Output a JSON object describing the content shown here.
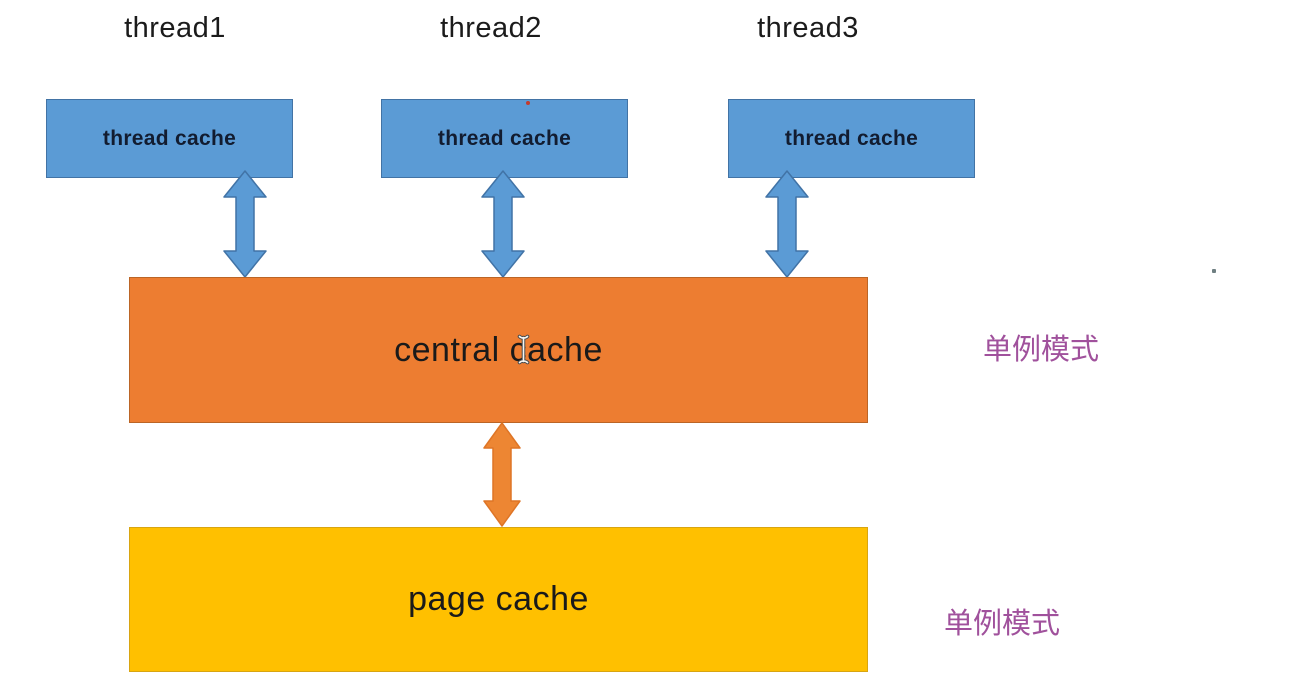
{
  "diagram": {
    "thread_labels": [
      "thread1",
      "thread2",
      "thread3"
    ],
    "thread_cache_boxes": [
      {
        "label": "thread cache"
      },
      {
        "label": "thread cache"
      },
      {
        "label": "thread cache"
      }
    ],
    "central_cache": {
      "label": "central cache"
    },
    "page_cache": {
      "label": "page cache"
    },
    "annotations": [
      {
        "text": "单例模式"
      },
      {
        "text": "单例模式"
      }
    ],
    "icons": {
      "blue_arrow": "double-headed-vertical-arrow",
      "orange_arrow": "double-headed-vertical-arrow",
      "text_cursor": "i-beam-text-cursor"
    },
    "colors": {
      "thread_cache_fill": "#5b9bd5",
      "thread_cache_border": "#4273a5",
      "central_cache_fill": "#ed7d31",
      "central_cache_border": "#bb6526",
      "page_cache_fill": "#ffc000",
      "page_cache_border": "#d8a511",
      "blue_arrow_fill": "#5b9bd5",
      "blue_arrow_stroke": "#4173a6",
      "orange_arrow_fill": "#ed8633",
      "orange_arrow_stroke": "#de7526",
      "annotation_text": "#a0519c",
      "background": "#ffffff"
    }
  }
}
